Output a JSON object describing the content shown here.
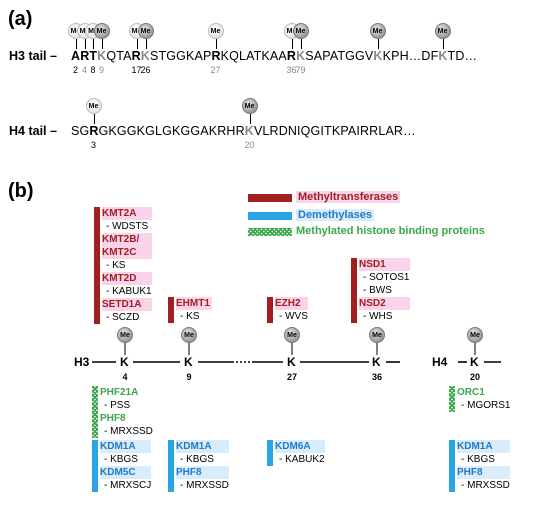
{
  "panel_a": {
    "label": "(a)",
    "h3": {
      "tail_label": "H3 tail –",
      "segments": [
        {
          "t": "A",
          "s": "b"
        },
        {
          "t": "R",
          "s": "b"
        },
        {
          "t": "T",
          "s": "b"
        },
        {
          "t": "K",
          "s": "g"
        },
        {
          "t": "QTA",
          "s": "n"
        },
        {
          "t": "R",
          "s": "b"
        },
        {
          "t": "K",
          "s": "g"
        },
        {
          "t": "STGGKAP",
          "s": "n"
        },
        {
          "t": "R",
          "s": "b"
        },
        {
          "t": "KQLATKAA",
          "s": "n"
        },
        {
          "t": "R",
          "s": "b"
        },
        {
          "t": "K",
          "s": "g"
        },
        {
          "t": "SAPATGGV",
          "s": "n"
        },
        {
          "t": "K",
          "s": "g"
        },
        {
          "t": "KPH…DF",
          "s": "n"
        },
        {
          "t": "K",
          "s": "g"
        },
        {
          "t": "TD…",
          "s": "n"
        }
      ],
      "residue_numbers": [
        {
          "n": "2",
          "tone": "dark"
        },
        {
          "n": "4",
          "tone": "grey"
        },
        {
          "n": "8",
          "tone": "dark"
        },
        {
          "n": "9",
          "tone": "grey"
        },
        {
          "n": "17",
          "tone": "dark"
        },
        {
          "n": "26",
          "tone": "dark"
        },
        {
          "n": "27",
          "tone": "grey"
        },
        {
          "n": "36",
          "tone": "grey"
        },
        {
          "n": "79",
          "tone": "grey"
        }
      ]
    },
    "h4": {
      "tail_label": "H4 tail –",
      "segments": [
        {
          "t": "SG",
          "s": "n"
        },
        {
          "t": "R",
          "s": "b"
        },
        {
          "t": "GKGGKGLGKGGAKRHR",
          "s": "n"
        },
        {
          "t": "K",
          "s": "g"
        },
        {
          "t": "VLRDNIQGITKPAIRRLAR…",
          "s": "n"
        }
      ],
      "residue_numbers": [
        {
          "n": "3",
          "tone": "dark"
        },
        {
          "n": "20",
          "tone": "grey"
        }
      ]
    },
    "me_text": "Me"
  },
  "panel_b": {
    "label": "(b)",
    "legend": [
      {
        "label": "Methyltransferases",
        "color": "#a31e1e",
        "kind": "red"
      },
      {
        "label": "Demethylases",
        "color": "#29a4e5",
        "kind": "blue"
      },
      {
        "label": "Methylated histone binding proteins",
        "color": "#3ba64a",
        "kind": "green"
      }
    ],
    "axis": {
      "h3_label": "H3",
      "h4_label": "H4",
      "lys": "K",
      "positions": [
        "4",
        "9",
        "27",
        "36",
        "20"
      ]
    },
    "writers": [
      {
        "id": "k4",
        "entries": [
          {
            "e": "KMT2A",
            "d": [
              "- WDSTS"
            ]
          },
          {
            "e": "KMT2B/\nKMT2C",
            "d": [
              "- KS"
            ]
          },
          {
            "e": "KMT2D",
            "d": [
              "- KABUK1"
            ]
          },
          {
            "e": "SETD1A",
            "d": [
              "- SCZD"
            ]
          }
        ]
      },
      {
        "id": "k9",
        "entries": [
          {
            "e": "EHMT1",
            "d": [
              "- KS"
            ]
          }
        ]
      },
      {
        "id": "k27",
        "entries": [
          {
            "e": "EZH2",
            "d": [
              "- WVS"
            ]
          }
        ]
      },
      {
        "id": "k36",
        "entries": [
          {
            "e": "NSD1",
            "d": [
              "- SOTOS1",
              "- BWS"
            ]
          },
          {
            "e": "NSD2",
            "d": [
              "- WHS"
            ]
          }
        ]
      }
    ],
    "readers": [
      {
        "id": "k4",
        "entries": [
          {
            "e": "PHF21A",
            "d": [
              "- PSS"
            ]
          },
          {
            "e": "PHF8",
            "d": [
              "- MRXSSD"
            ]
          }
        ]
      },
      {
        "id": "h4k20",
        "entries": [
          {
            "e": "ORC1",
            "d": [
              "- MGORS1"
            ]
          }
        ]
      }
    ],
    "erasers": [
      {
        "id": "k4",
        "entries": [
          {
            "e": "KDM1A",
            "d": [
              "- KBGS"
            ]
          },
          {
            "e": "KDM5C",
            "d": [
              "- MRXSCJ"
            ]
          }
        ]
      },
      {
        "id": "k9",
        "entries": [
          {
            "e": "KDM1A",
            "d": [
              "- KBGS"
            ]
          },
          {
            "e": "PHF8",
            "d": [
              "- MRXSSD"
            ]
          }
        ]
      },
      {
        "id": "k27",
        "entries": [
          {
            "e": "KDM6A",
            "d": [
              "- KABUK2"
            ]
          }
        ]
      },
      {
        "id": "h4k20",
        "entries": [
          {
            "e": "KDM1A",
            "d": [
              "- KBGS"
            ]
          },
          {
            "e": "PHF8",
            "d": [
              "- MRXSSD"
            ]
          }
        ]
      }
    ]
  }
}
